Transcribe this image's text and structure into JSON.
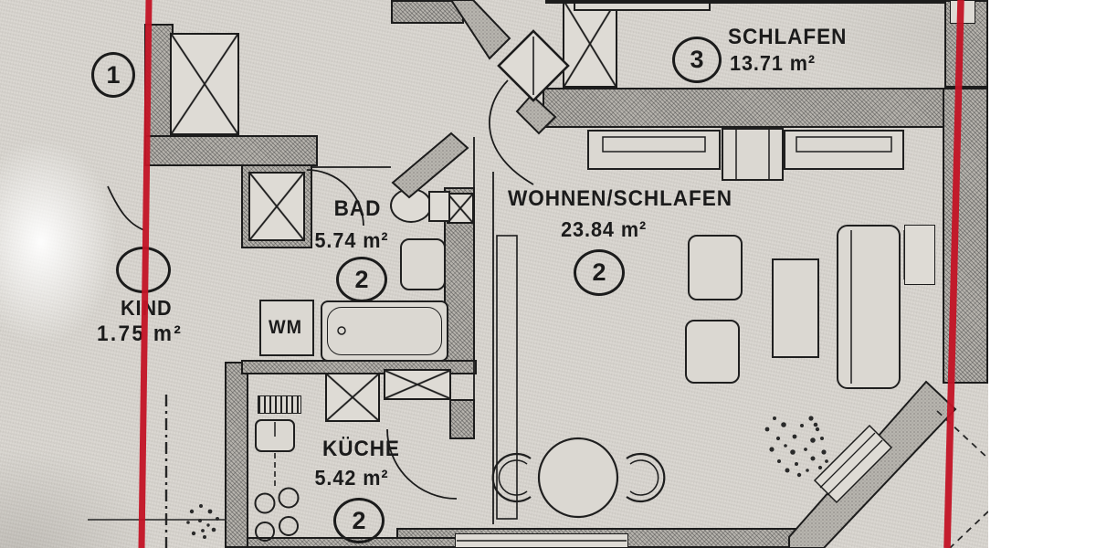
{
  "meta": {
    "description": "Photographed apartment floor plan (German) with two vertical red marker lines drawn over it"
  },
  "colors": {
    "paper": "#d8d5cf",
    "ink": "#1c1c1c",
    "wall_fill": "#b7b4ae",
    "red_marker": "#c41426"
  },
  "unit_marker": {
    "top_left_number": "1"
  },
  "rooms": {
    "schlafen": {
      "number": "3",
      "name": "SCHLAFEN",
      "area": "13.71 m²"
    },
    "wohnen": {
      "number": "2",
      "name": "WOHNEN/SCHLAFEN",
      "area": "23.84 m²"
    },
    "bad": {
      "number": "2",
      "name": "BAD",
      "area": "5.74 m²"
    },
    "kueche": {
      "number": "2",
      "name": "KÜCHE",
      "area": "5.42 m²"
    },
    "kind": {
      "number": "",
      "name": "KIND",
      "area": "1.75 m²"
    }
  },
  "fixtures": {
    "washing_machine": "WM"
  }
}
